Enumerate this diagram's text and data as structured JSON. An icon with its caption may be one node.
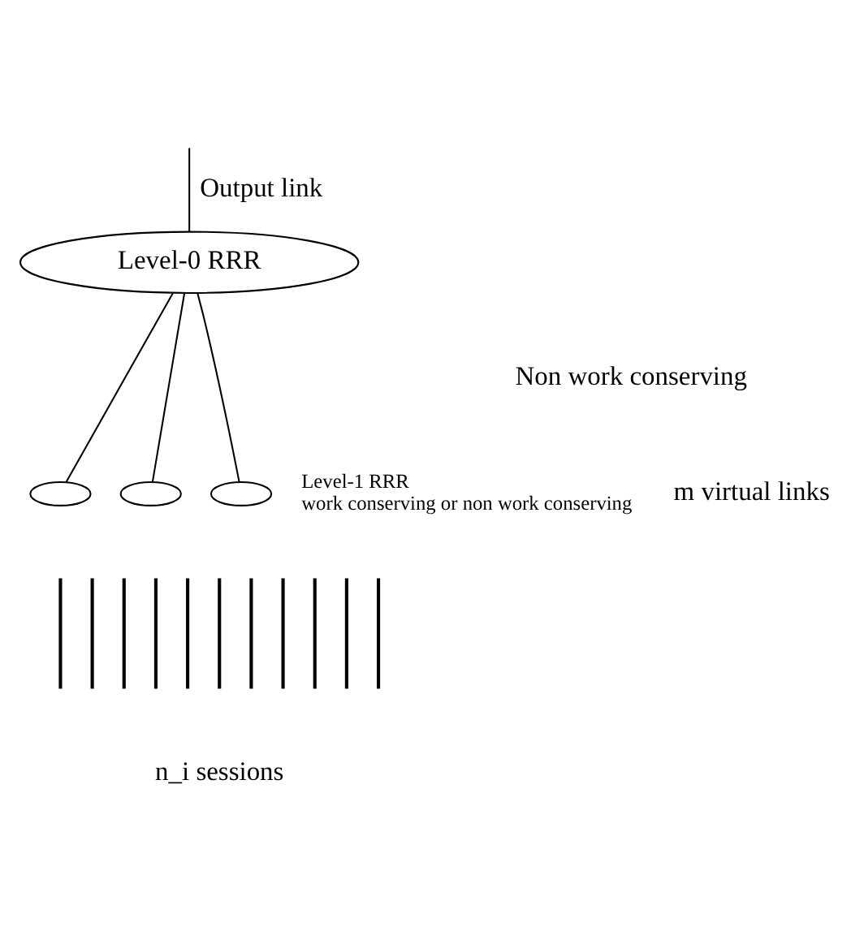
{
  "diagram": {
    "nodes": [
      {
        "text": [
          "Level-0 RRR"
        ]
      },
      {
        "text": [],
        "shape": "ellipse"
      },
      {
        "text": [],
        "shape": "ellipse"
      },
      {
        "text": [],
        "shape": "ellipse",
        "beside": [
          "Level-1 RRR",
          "work conserving or non work conserving"
        ]
      },
      {
        "text": [],
        "shape": "bar"
      },
      {
        "text": [],
        "shape": "bar"
      },
      {
        "text": [],
        "shape": "bar"
      },
      {
        "text": [],
        "shape": "bar"
      },
      {
        "text": [],
        "shape": "bar"
      },
      {
        "text": [],
        "shape": "bar"
      },
      {
        "text": [],
        "shape": "bar"
      },
      {
        "text": [],
        "shape": "bar"
      },
      {
        "text": [],
        "shape": "bar"
      },
      {
        "text": [],
        "shape": "bar"
      },
      {
        "text": [],
        "shape": "bar"
      }
    ],
    "edges": [
      {
        "from": null,
        "to": 0,
        "arrow": "none",
        "label": "Output link"
      },
      {
        "from": 0,
        "to": 1,
        "arrow": "none"
      },
      {
        "from": 0,
        "to": 2,
        "arrow": "none"
      },
      {
        "from": 0,
        "to": 3,
        "arrow": "none"
      }
    ],
    "labels": [
      "Non work conserving",
      "m virtual links",
      "n_i sessions"
    ]
  }
}
